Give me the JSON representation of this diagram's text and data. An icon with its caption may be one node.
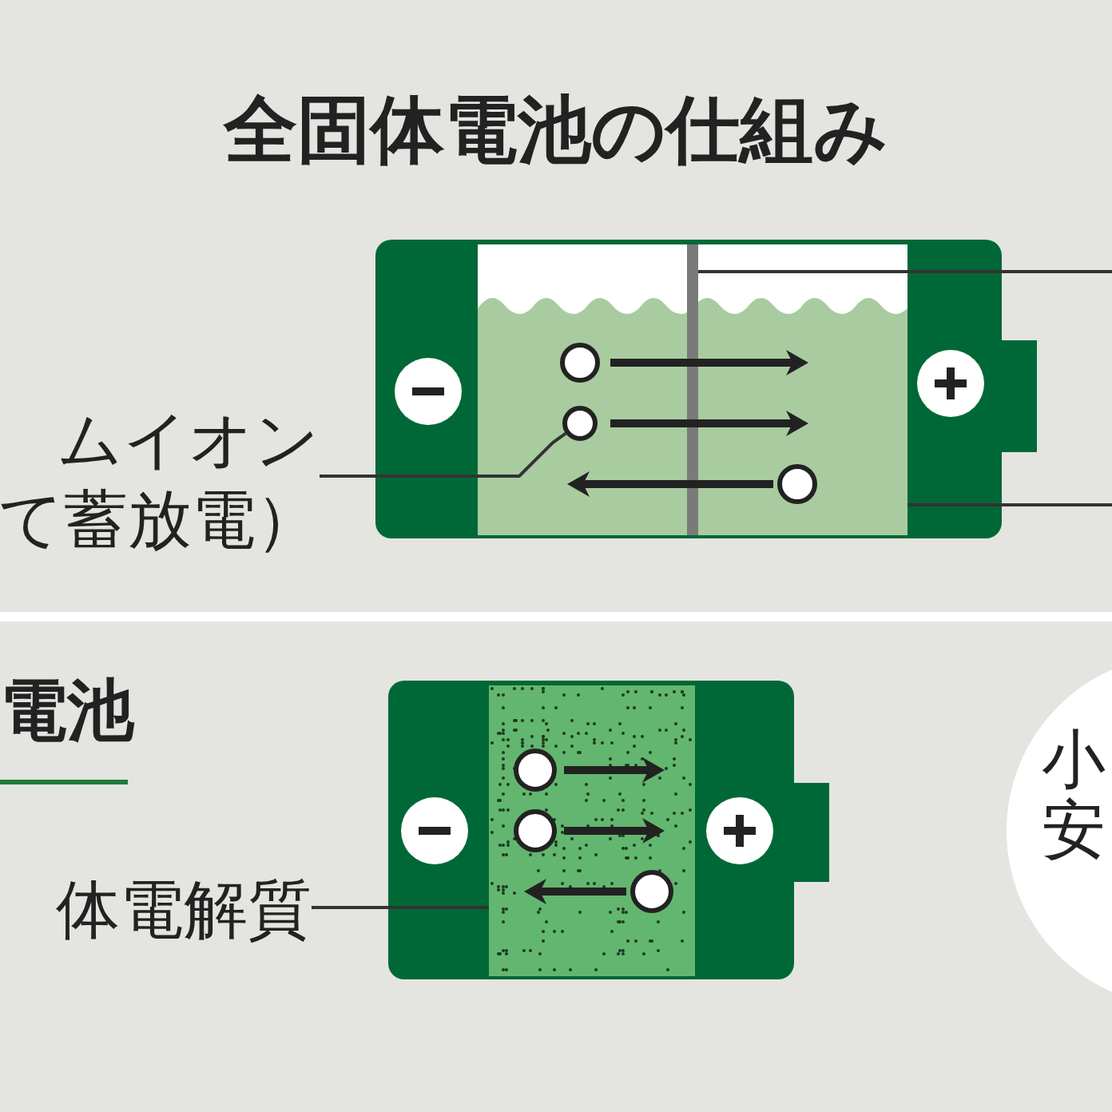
{
  "diagram": {
    "title": "全固体電池の仕組み",
    "nodes": [
      {
        "text": [],
        "shape": "bar",
        "in": 3
      },
      {
        "text": [
          "ムイオン",
          "て蓄放電）"
        ]
      },
      {
        "text": [],
        "shape": "circle",
        "in": 3
      },
      {
        "text": [],
        "shape": "box"
      },
      {
        "text": [
          "体電解質"
        ]
      },
      {
        "text": [],
        "shape": "box"
      },
      {
        "text": [
          "小",
          "安"
        ]
      }
    ],
    "edges": [
      {
        "from": null,
        "to": 0,
        "arrow": "none"
      },
      {
        "from": 1,
        "to": 2,
        "arrow": "none"
      },
      {
        "from": null,
        "to": 3,
        "arrow": "none"
      },
      {
        "from": 4,
        "to": 5,
        "arrow": "none"
      }
    ],
    "labels": [
      "電池"
    ]
  }
}
